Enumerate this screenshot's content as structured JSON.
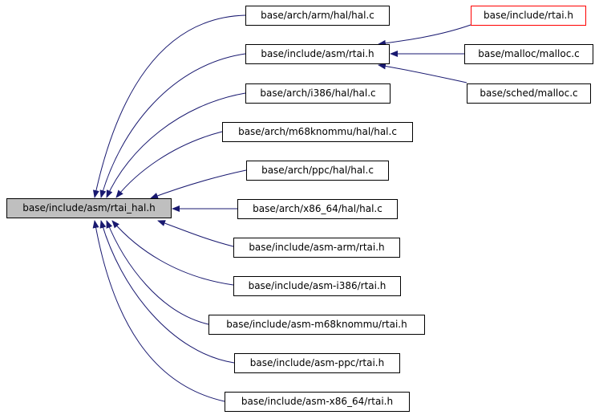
{
  "diagram": {
    "edge_color": "#191970",
    "root": {
      "label": "base/include/asm/rtai_hal.h",
      "fill": "#bfbfbf"
    },
    "includers": [
      "base/arch/arm/hal/hal.c",
      "base/include/asm/rtai.h",
      "base/arch/i386/hal/hal.c",
      "base/arch/m68knommu/hal/hal.c",
      "base/arch/ppc/hal/hal.c",
      "base/arch/x86_64/hal/hal.c",
      "base/include/asm-arm/rtai.h",
      "base/include/asm-i386/rtai.h",
      "base/include/asm-m68knommu/rtai.h",
      "base/include/asm-ppc/rtai.h",
      "base/include/asm-x86_64/rtai.h"
    ],
    "rtai_h_includers": [
      {
        "label": "base/include/rtai.h",
        "border": "#ff0000"
      },
      {
        "label": "base/malloc/malloc.c",
        "border": "#000000"
      },
      {
        "label": "base/sched/malloc.c",
        "border": "#000000"
      }
    ]
  }
}
